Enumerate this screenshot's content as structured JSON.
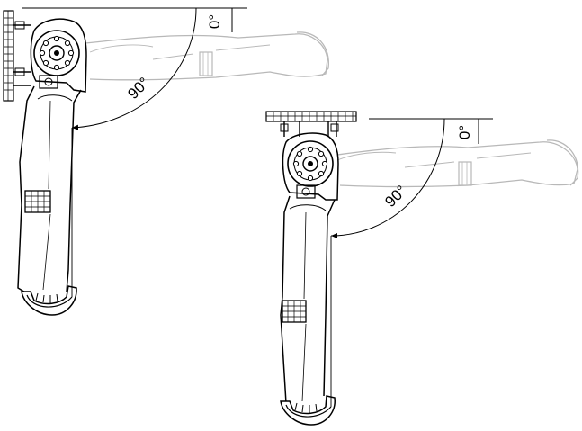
{
  "diagrams": [
    {
      "mount": "wall",
      "labels": {
        "start_angle": "0°",
        "end_angle": "90°"
      }
    },
    {
      "mount": "ceiling",
      "labels": {
        "start_angle": "0°",
        "end_angle": "90°"
      }
    }
  ],
  "colors": {
    "ink": "#000000",
    "ghost_arm": "#b8b8b8"
  }
}
